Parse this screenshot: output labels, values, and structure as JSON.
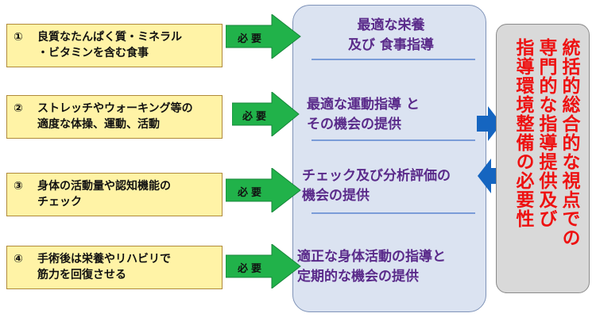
{
  "requirements": [
    {
      "num": "①",
      "text": "良質なたんぱく質・ミネラル\n・ビタミンを含む食事"
    },
    {
      "num": "②",
      "text": "ストレッチやウォーキング等の\n適度な体操、運動、活動"
    },
    {
      "num": "③",
      "text": "身体の活動量や認知機能の\nチェック"
    },
    {
      "num": "④",
      "text": "手術後は栄養やリハビリで\n筋力を回復させる"
    }
  ],
  "arrow_label": "必要",
  "center_items": [
    {
      "text": "最適な栄養\n及び  食事指導"
    },
    {
      "text": "最適な運動指導 と\n    その機会の提供"
    },
    {
      "text": "チェック及び分析評価の\n    機会の提供"
    },
    {
      "text": "適正な身体活動の指導と\n定期的な機会の提供"
    }
  ],
  "result_lines": [
    "統括的総合的な視点での",
    "専門的な指導提供及び",
    "指導環境整備の必要性"
  ],
  "colors": {
    "arrow_green": "#21b24a",
    "arrow_blue": "#1565c0",
    "result_text": "#ee1111",
    "center_text": "#5a2a8a"
  }
}
